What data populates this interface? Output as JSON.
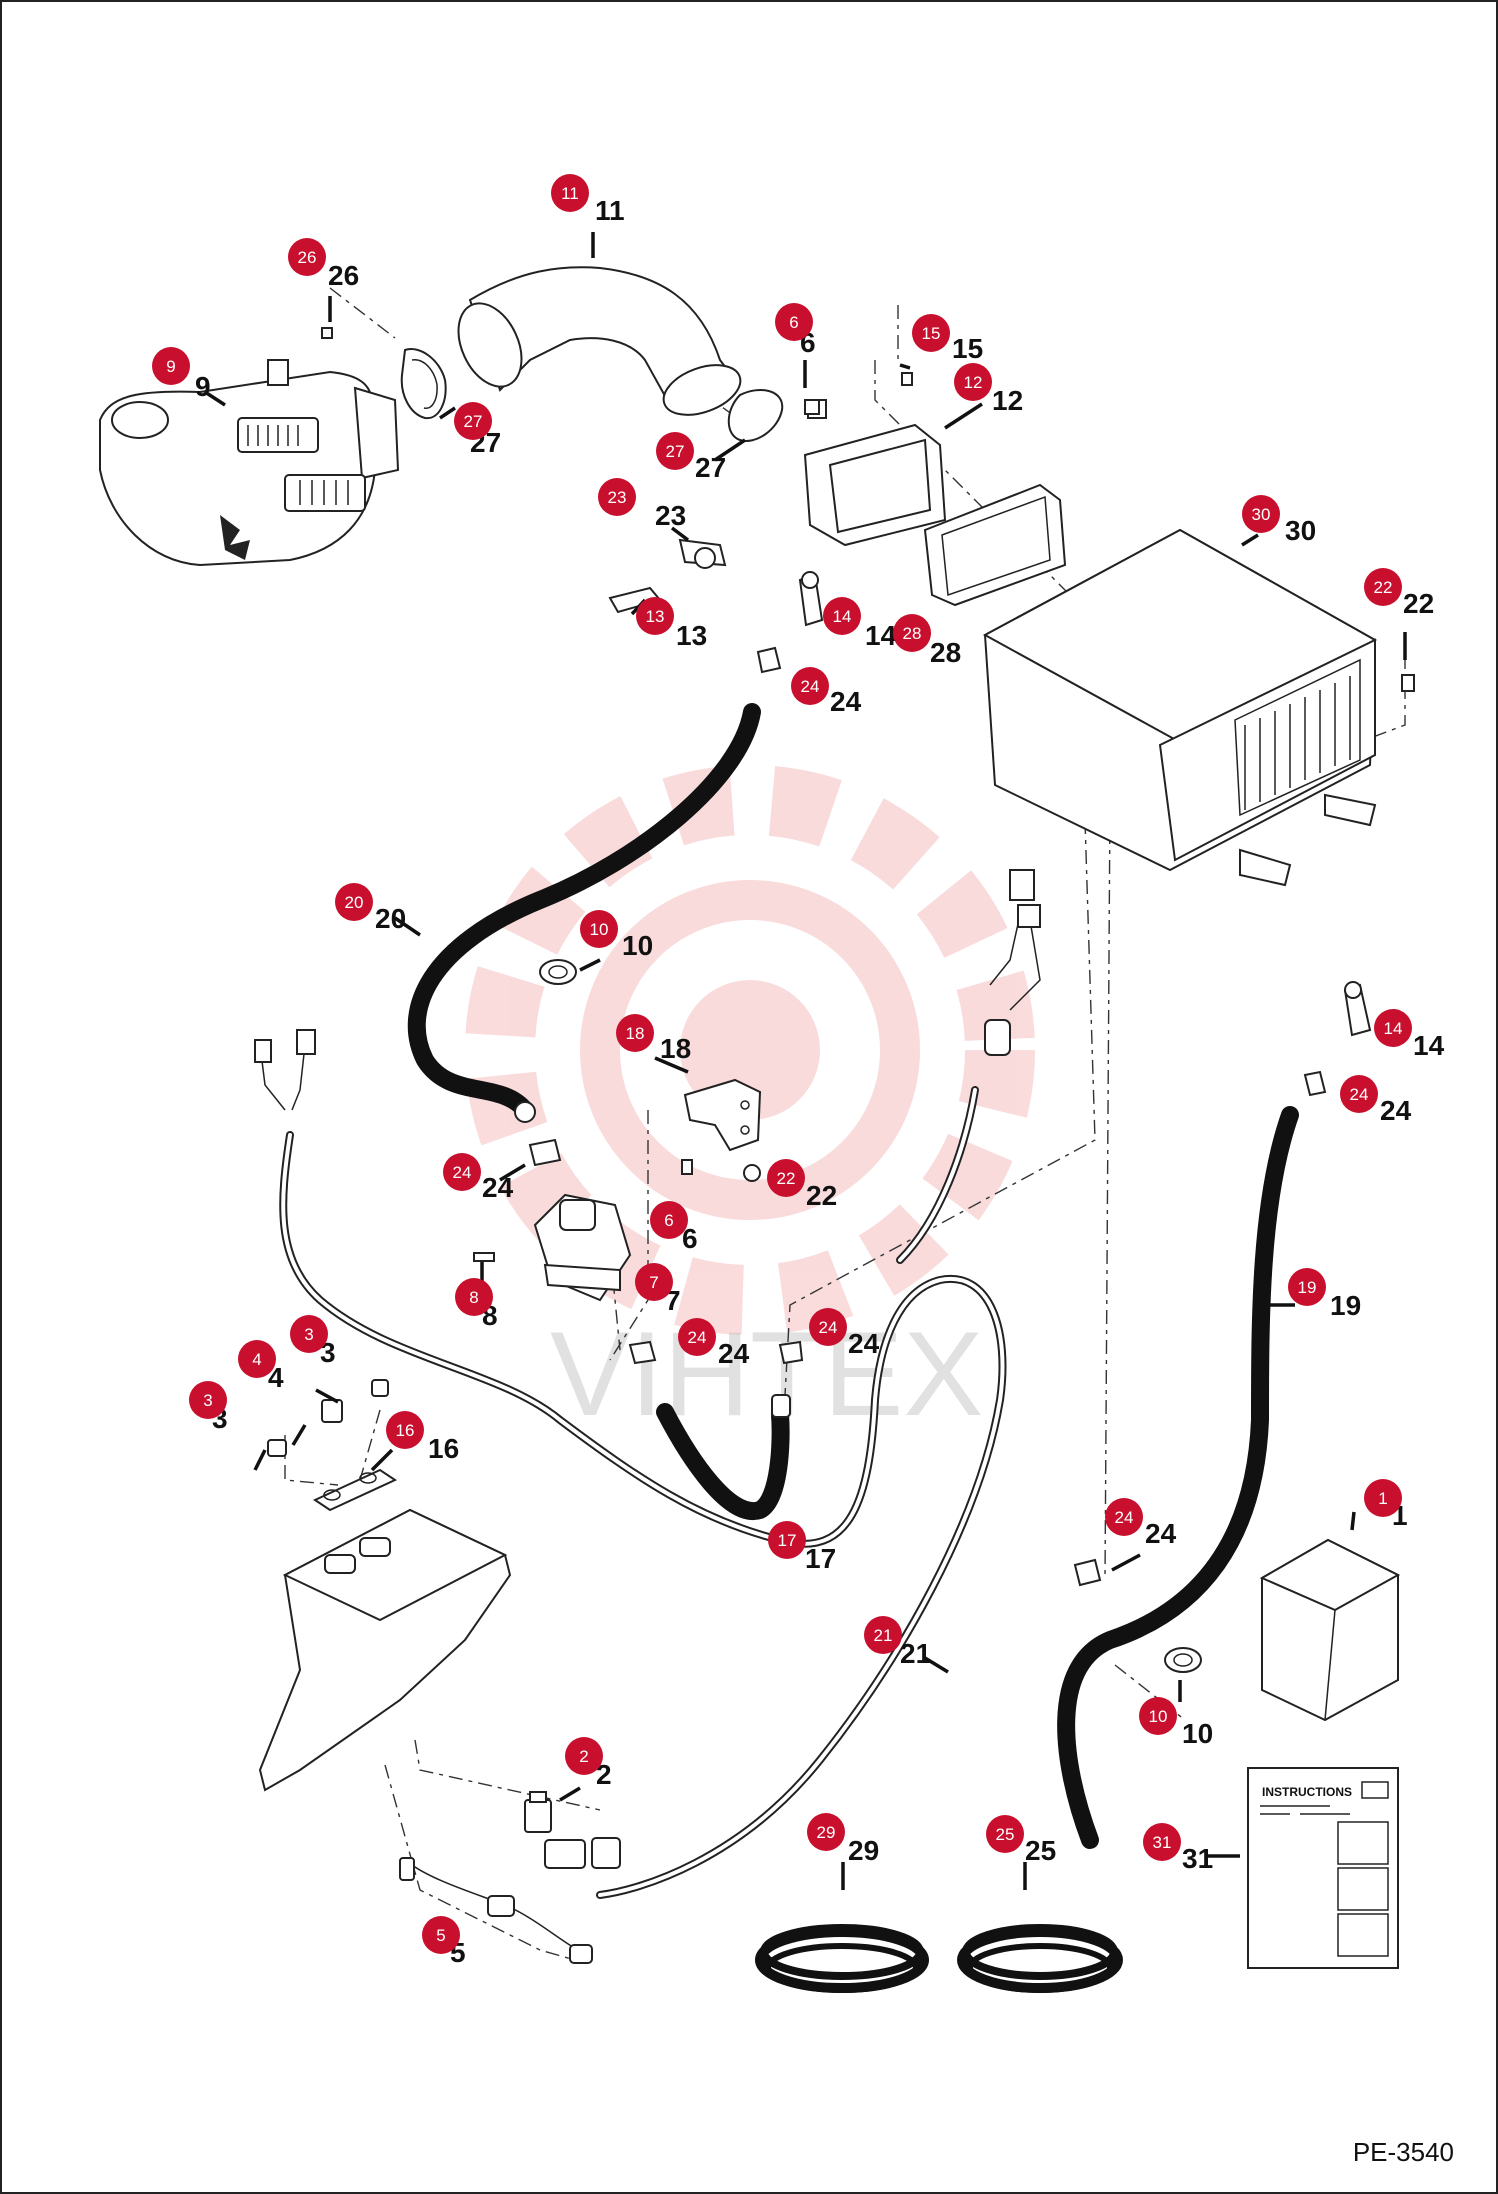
{
  "page_code": "PE-3540",
  "watermark": "VIHTEX",
  "instructions_label": "INSTRUCTIONS",
  "badge_color": "#c8102e",
  "callouts": [
    {
      "id": "c11",
      "label": "11"
    },
    {
      "id": "c26",
      "label": "26"
    },
    {
      "id": "c9",
      "label": "9"
    },
    {
      "id": "c27a",
      "label": "27"
    },
    {
      "id": "c6a",
      "label": "6"
    },
    {
      "id": "c15",
      "label": "15"
    },
    {
      "id": "c12",
      "label": "12"
    },
    {
      "id": "c27b",
      "label": "27"
    },
    {
      "id": "c23",
      "label": "23"
    },
    {
      "id": "c13",
      "label": "13"
    },
    {
      "id": "c14a",
      "label": "14"
    },
    {
      "id": "c28",
      "label": "28"
    },
    {
      "id": "c30",
      "label": "30"
    },
    {
      "id": "c22a",
      "label": "22"
    },
    {
      "id": "c24a",
      "label": "24"
    },
    {
      "id": "c20",
      "label": "20"
    },
    {
      "id": "c10a",
      "label": "10"
    },
    {
      "id": "c18",
      "label": "18"
    },
    {
      "id": "c14b",
      "label": "14"
    },
    {
      "id": "c24b",
      "label": "24"
    },
    {
      "id": "c24c",
      "label": "24"
    },
    {
      "id": "c22b",
      "label": "22"
    },
    {
      "id": "c6b",
      "label": "6"
    },
    {
      "id": "c8",
      "label": "8"
    },
    {
      "id": "c7",
      "label": "7"
    },
    {
      "id": "c19",
      "label": "19"
    },
    {
      "id": "c24d",
      "label": "24"
    },
    {
      "id": "c24e",
      "label": "24"
    },
    {
      "id": "c3a",
      "label": "3"
    },
    {
      "id": "c4",
      "label": "4"
    },
    {
      "id": "c3b",
      "label": "3"
    },
    {
      "id": "c16",
      "label": "16"
    },
    {
      "id": "c17",
      "label": "17"
    },
    {
      "id": "c24f",
      "label": "24"
    },
    {
      "id": "c1",
      "label": "1"
    },
    {
      "id": "c21",
      "label": "21"
    },
    {
      "id": "c10b",
      "label": "10"
    },
    {
      "id": "c2",
      "label": "2"
    },
    {
      "id": "c29",
      "label": "29"
    },
    {
      "id": "c25",
      "label": "25"
    },
    {
      "id": "c31",
      "label": "31"
    },
    {
      "id": "c5",
      "label": "5"
    }
  ]
}
